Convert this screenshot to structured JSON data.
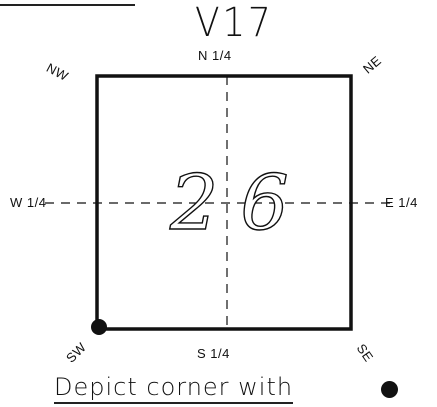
{
  "title": "V17",
  "section_number": "26",
  "quarter_labels": {
    "north": "N 1/4",
    "south": "S 1/4",
    "east": "E 1/4",
    "west": "W 1/4"
  },
  "corner_labels": {
    "nw": "NW",
    "ne": "NE",
    "sw": "SW",
    "se": "SE"
  },
  "legend_text": "Depict corner with",
  "marked_corner": "SW",
  "colors": {
    "ink": "#111111",
    "background": "#ffffff"
  }
}
